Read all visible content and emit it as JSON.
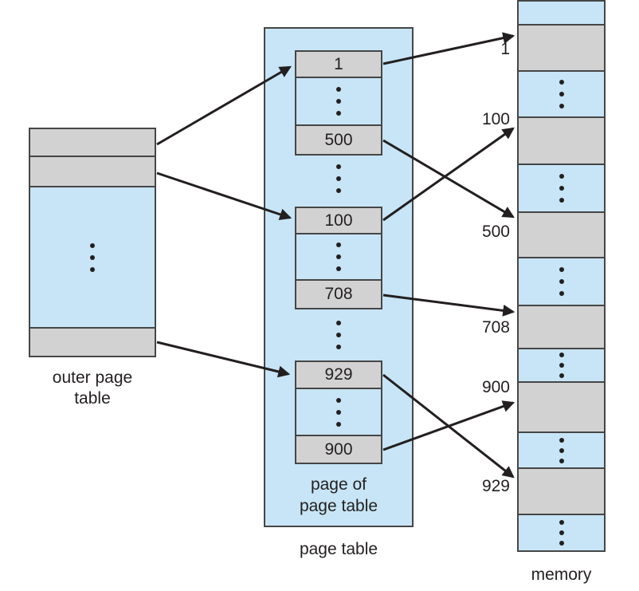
{
  "outer_page_table": {
    "caption_lines": [
      "outer page",
      "table"
    ]
  },
  "page_table": {
    "caption": "page table",
    "inner_caption_lines": [
      "page of",
      "page table"
    ],
    "pages": [
      {
        "first_entry": "1",
        "last_entry": "500"
      },
      {
        "first_entry": "100",
        "last_entry": "708"
      },
      {
        "first_entry": "929",
        "last_entry": "900"
      }
    ]
  },
  "memory": {
    "caption": "memory",
    "frame_labels": [
      "1",
      "100",
      "500",
      "708",
      "900",
      "929"
    ]
  },
  "connections": [
    {
      "from": "outer-page-table-entry-1",
      "to": "page-of-page-table-1"
    },
    {
      "from": "outer-page-table-entry-2",
      "to": "page-of-page-table-2"
    },
    {
      "from": "outer-page-table-last-entry",
      "to": "page-of-page-table-3"
    },
    {
      "from": "page-table-entry-1",
      "to": "memory-frame-1"
    },
    {
      "from": "page-table-entry-500",
      "to": "memory-frame-500"
    },
    {
      "from": "page-table-entry-100",
      "to": "memory-frame-100"
    },
    {
      "from": "page-table-entry-708",
      "to": "memory-frame-708"
    },
    {
      "from": "page-table-entry-929",
      "to": "memory-frame-929"
    },
    {
      "from": "page-table-entry-900",
      "to": "memory-frame-900"
    }
  ],
  "colors": {
    "cell_blue": "#c7e5f6",
    "cell_gray": "#d2d2d2",
    "border": "#464646",
    "arrow": "#231f20",
    "background": "#ffffff"
  }
}
